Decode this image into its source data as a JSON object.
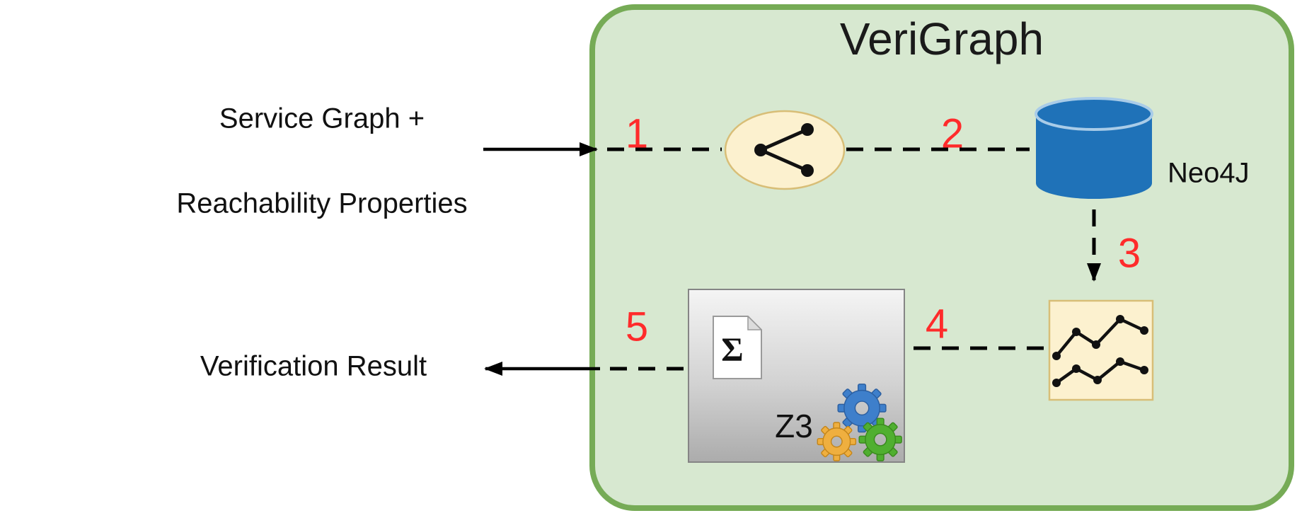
{
  "diagram": {
    "title": "VeriGraph",
    "input": {
      "line1": "Service Graph +",
      "line2": "Reachability Properties"
    },
    "output": {
      "label": "Verification Result"
    },
    "nodes": {
      "graph": {
        "icon": "share-icon"
      },
      "database": {
        "label": "Neo4J",
        "icon": "database-cylinder-icon"
      },
      "chart": {
        "icon": "line-chart-icon"
      },
      "solver": {
        "label": "Z3",
        "sigma": "Σ",
        "icons": [
          "sigma-document-icon",
          "gears-icon"
        ]
      }
    },
    "steps": [
      "1",
      "2",
      "3",
      "4",
      "5"
    ],
    "colors": {
      "panel_fill": "#D7E8D0",
      "panel_border": "#76AB56",
      "step_red": "#FF2B2B",
      "node_fill": "#FCF1CF",
      "node_border": "#D8BE77",
      "db_blue": "#1F72B8",
      "db_rim": "#A9CCE8",
      "z3_box_top": "#F4F4F4",
      "z3_box_bottom": "#ACACAC",
      "gear_blue": "#3E7FCB",
      "gear_orange": "#EFAF3F",
      "gear_green": "#50AF30",
      "line_black": "#000000"
    }
  }
}
